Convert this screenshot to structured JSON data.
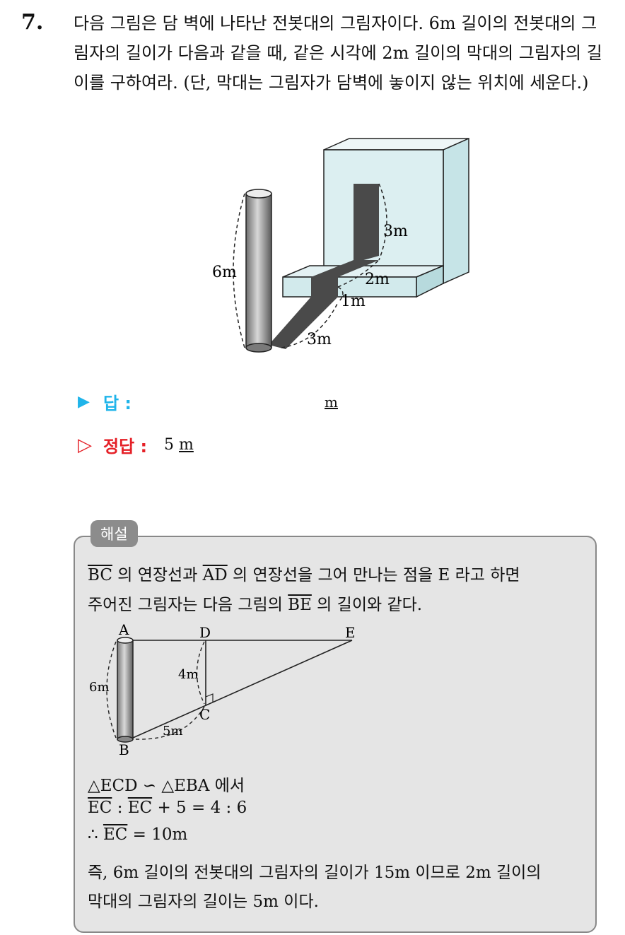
{
  "question": {
    "number": "7.",
    "text": "다음 그림은 담 벽에 나타난 전봇대의 그림자이다. 6m 길이의 전봇대의 그림자의 길이가 다음과 같을 때, 같은 시각에 2m 길이의 막대의 그림자의 길이를 구하여라. (단, 막대는 그림자가 담벽에 놓이지 않는 위치에 세운다.)"
  },
  "figure1": {
    "pole_label": "6m",
    "wall_label": "3m",
    "top_label": "2m",
    "step_label": "1m",
    "ground_label": "3m"
  },
  "answer": {
    "label": "답 :",
    "unit": "m"
  },
  "correct": {
    "label": "정답 :",
    "value": "5",
    "unit": "m"
  },
  "solution": {
    "tag": "해설",
    "line1": {
      "seg1": "BC",
      "t1": " 의 연장선과 ",
      "seg2": "AD",
      "t2": " 의 연장선을 그어 만나는 점을 E 라고 하면"
    },
    "line2": {
      "t1": "주어진 그림자는 다음 그림의 ",
      "seg": "BE",
      "t2": " 의 길이와 같다."
    },
    "figure2": {
      "A": "A",
      "B": "B",
      "C": "C",
      "D": "D",
      "E": "E",
      "pole_label": "6m",
      "dc_label": "4m",
      "bc_label": "5m"
    },
    "line3": "△ECD ∽ △EBA 에서",
    "line4": {
      "seg1": "EC",
      "t1": " : ",
      "seg2": "EC",
      "t2": " + 5 = 4 : 6"
    },
    "line5": {
      "t1": "∴  ",
      "seg": "EC",
      "t2": " = 10m"
    },
    "line6": "즉, 6m 길이의 전봇대의 그림자의 길이가 15m 이므로 2m 길이의",
    "line7": "막대의 그림자의 길이는 5m 이다."
  }
}
